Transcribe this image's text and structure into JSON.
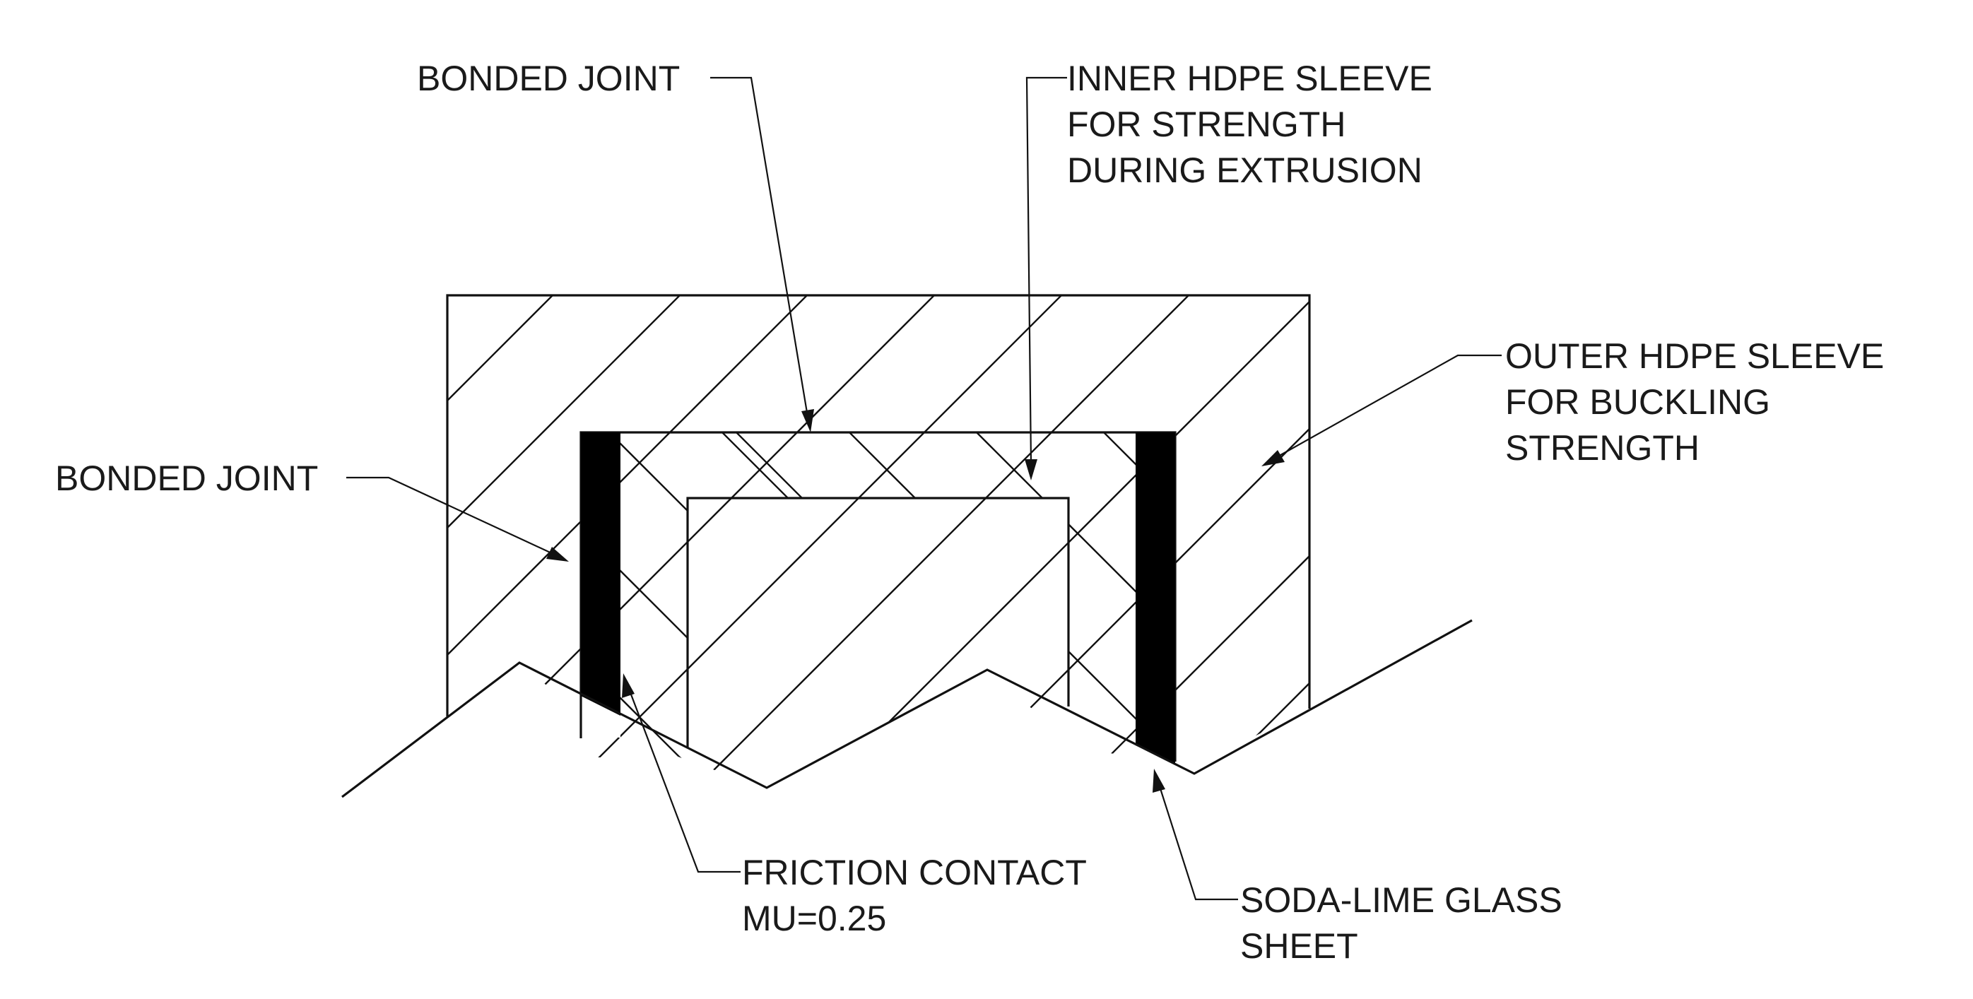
{
  "diagram": {
    "labels": {
      "bonded_joint_top": "BONDED JOINT",
      "inner_sleeve": [
        "INNER HDPE SLEEVE",
        "FOR STRENGTH",
        "DURING EXTRUSION"
      ],
      "outer_sleeve": [
        "OUTER HDPE SLEEVE",
        "FOR BUCKLING",
        "STRENGTH"
      ],
      "bonded_joint_left": "BONDED JOINT",
      "friction_contact": [
        "FRICTION CONTACT",
        "MU=0.25"
      ],
      "glass_sheet": [
        "SODA-LIME GLASS",
        "SHEET"
      ]
    },
    "colors": {
      "line": "#111111",
      "glass_fill": "#000000",
      "background": "#ffffff",
      "text": "#1a1a1a"
    }
  }
}
